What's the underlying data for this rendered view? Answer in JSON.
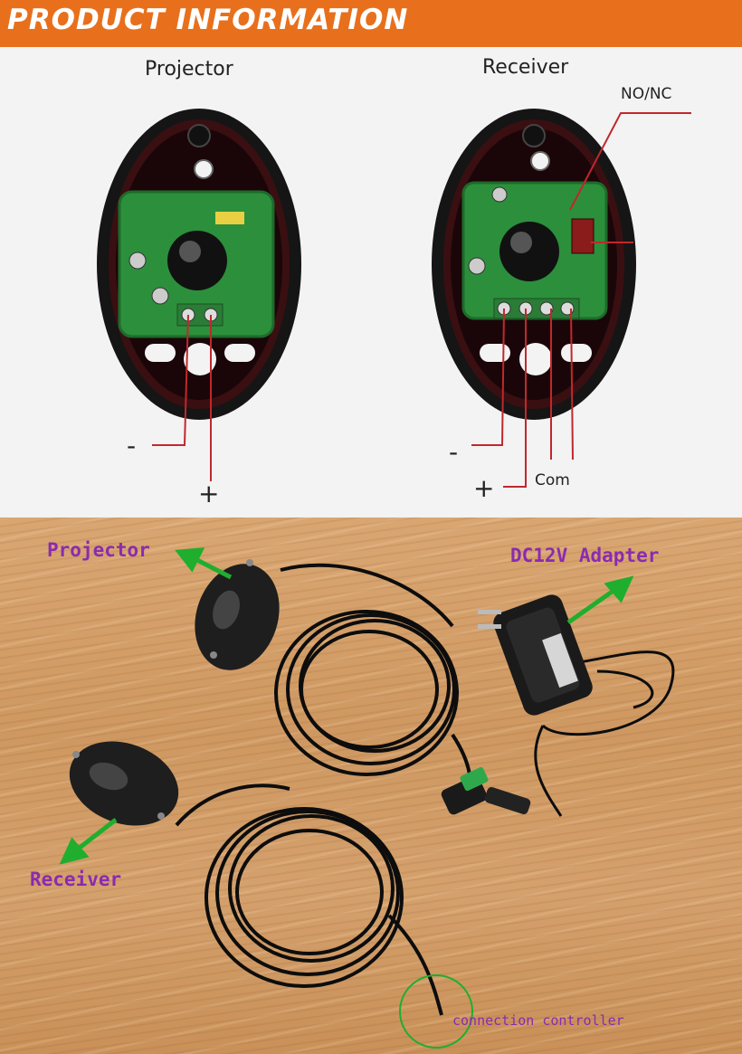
{
  "header": {
    "title": "PRODUCT INFORMATION"
  },
  "diagram": {
    "projector_label": "Projector",
    "receiver_label": "Receiver",
    "no_nc_label": "NO/NC",
    "minus_sign": "-",
    "plus_sign": "+",
    "com_label": "Com"
  },
  "photo": {
    "projector_label": "Projector",
    "adapter_label": "DC12V Adapter",
    "receiver_label": "Receiver",
    "connection_label": "connection controller"
  },
  "colors": {
    "header": "#e8701c",
    "wire": "#c0282d",
    "arrow": "#1fae2e",
    "photo_label": "#8a2bb0",
    "pcb": "#2c8f3c"
  }
}
